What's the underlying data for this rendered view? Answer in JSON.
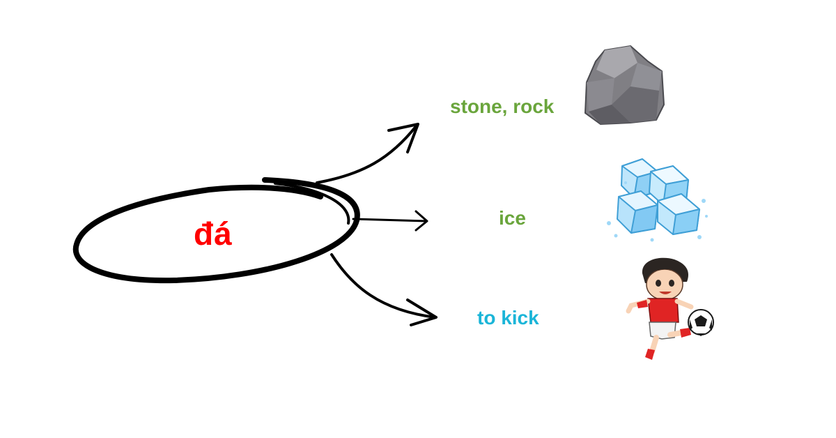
{
  "word": {
    "text": "đá",
    "color": "#ff0000"
  },
  "meanings": [
    {
      "label": "stone, rock",
      "color": "#6aa53c",
      "icon": "rock-icon"
    },
    {
      "label": "ice",
      "color": "#6aa53c",
      "icon": "ice-cubes-icon"
    },
    {
      "label": "to kick",
      "color": "#1bb5d8",
      "icon": "kicking-boy-icon"
    }
  ]
}
